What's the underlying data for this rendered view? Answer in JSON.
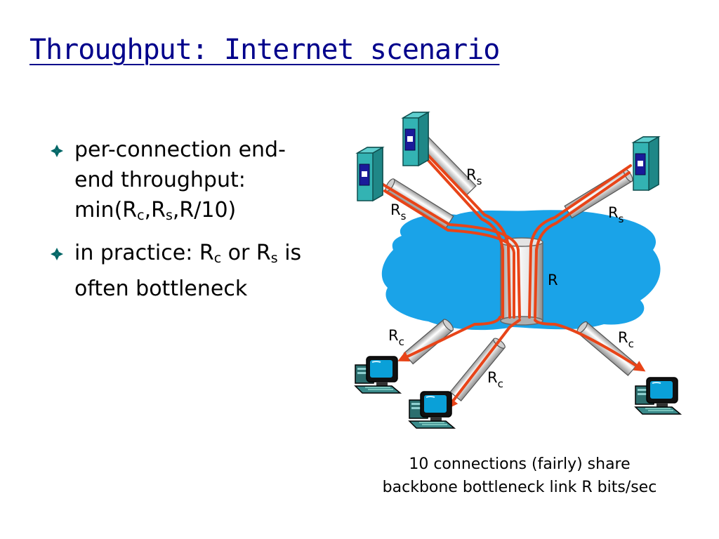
{
  "title": "Throughput: Internet scenario",
  "bullets": [
    {
      "parts": [
        "per-connection end-end throughput: min(R",
        "c",
        ",R",
        "s",
        ",R/10)"
      ]
    },
    {
      "parts": [
        "in practice: R",
        "c",
        " or R",
        "s",
        " is often bottleneck"
      ]
    }
  ],
  "diagram": {
    "server_links": [
      {
        "base": "R",
        "sub": "s"
      },
      {
        "base": "R",
        "sub": "s"
      },
      {
        "base": "R",
        "sub": "s"
      }
    ],
    "bottleneck_label": "R",
    "client_links": [
      {
        "base": "R",
        "sub": "c"
      },
      {
        "base": "R",
        "sub": "c"
      },
      {
        "base": "R",
        "sub": "c"
      }
    ]
  },
  "caption": {
    "line1": "10 connections (fairly) share",
    "line2": "backbone bottleneck link R bits/sec"
  },
  "colors": {
    "title": "#00008B",
    "cloud": "#1AA3E8",
    "flow": "#E84418",
    "server": "#33B3B3",
    "bullet": "#006666"
  },
  "icons": [
    "diamond-bullet-icon",
    "server-icon",
    "desktop-computer-icon"
  ]
}
